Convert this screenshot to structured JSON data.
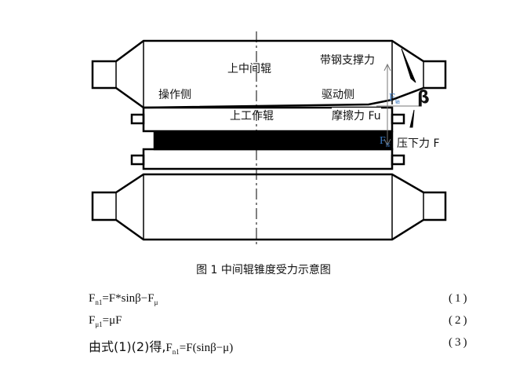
{
  "figure": {
    "labels": {
      "upper_intermediate_roll": "上中间辊",
      "operator_side": "操作侧",
      "drive_side": "驱动侧",
      "strip_support_force": "带钢支撑力",
      "upper_work_roll": "上工作辊",
      "friction_force": "摩擦力 Fu",
      "rolling_force": "压下力 F",
      "f_axial": "F",
      "f_axial_sub": "轴",
      "f_press": "F",
      "f_press_sub": "压",
      "beta": "β"
    },
    "caption": "图 1  中间辊锥度受力示意图"
  },
  "equations": [
    {
      "lhs": "F",
      "lhs_sub": "n1",
      "rhs": "=F*sinβ−F",
      "rhs_sub": "μ",
      "number": "(1)"
    },
    {
      "lhs": "F",
      "lhs_sub": "μ1",
      "rhs": "=μF",
      "number": "(2)"
    },
    {
      "prefix": "由式(1)(2)得,",
      "lhs": "F",
      "lhs_sub": "n1",
      "rhs": "=F(sinβ−μ)",
      "number": "(3)"
    }
  ]
}
